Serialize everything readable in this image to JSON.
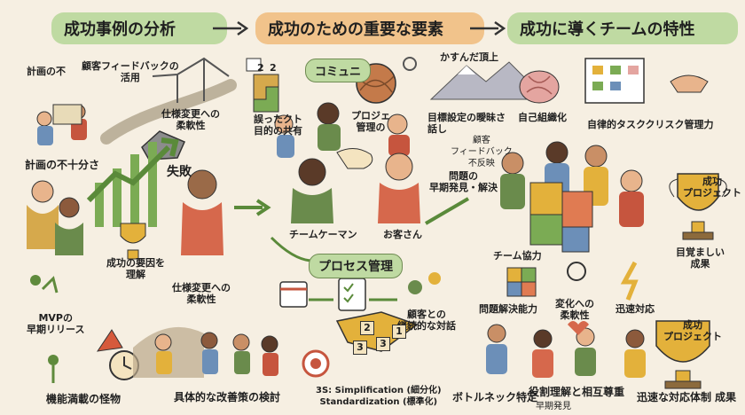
{
  "headers": {
    "col1": "成功事例の分析",
    "col2": "成功のための重要な要素",
    "col3": "成功に導くチームの特性"
  },
  "col1": {
    "plan_short": "計画の不",
    "feedback_use": "顧客フィードバックの\n活用",
    "spec_flex_top": "仕様変更への\n柔軟性",
    "plan_lack": "計画の不十分さ",
    "fail": "失敗",
    "cause": "成功の要因を\n理解",
    "spec_flex_mid": "仕様変更への\n柔軟性",
    "mvp": "MVPの\n早期リリース",
    "monster": "機能満載の怪物",
    "improve": "具体的な改善策の検討"
  },
  "col2": {
    "communication": "コミュニ",
    "misunderstood": "誤ったクト\n目的の共有",
    "project_mgmt": "プロジェ\n管理の",
    "problem": "問題の\n早期発見・解決",
    "team_member": "チームケーマン",
    "customer": "お客さん",
    "process_mgmt": "プロセス管理",
    "customer_dialog": "顧客との\n継続的な対話",
    "three_s": "3S: Simplification (細分化)\nStandardization (標準化)"
  },
  "col3": {
    "peak": "かすんだ頂上",
    "vague_goal": "目標設定の曖昧さ\n話し",
    "self_org": "自己組織化",
    "feedback_miss": "顧客\nフィードバック\n不反映",
    "autonomy": "自律的タスククリスク管理力",
    "trophy_top": "成功\nプロジェクト",
    "great_result": "目覚ましい\n成果",
    "team_coop": "チーム協力",
    "problem_solving": "問題解決能力",
    "change_flex": "変化への\n柔軟性",
    "quick_response": "迅速対応",
    "trophy_bottom": "成功\nプロジェクト",
    "bottleneck": "ボトルネック特定",
    "early_detect": "早期発見",
    "role_understand": "役割理解と相互尊重",
    "quick_system": "迅速な対応体制",
    "result": "成果"
  },
  "cubes": [
    "2",
    "3",
    "3",
    "1"
  ],
  "puzzle_numbers": [
    "2",
    "2"
  ]
}
